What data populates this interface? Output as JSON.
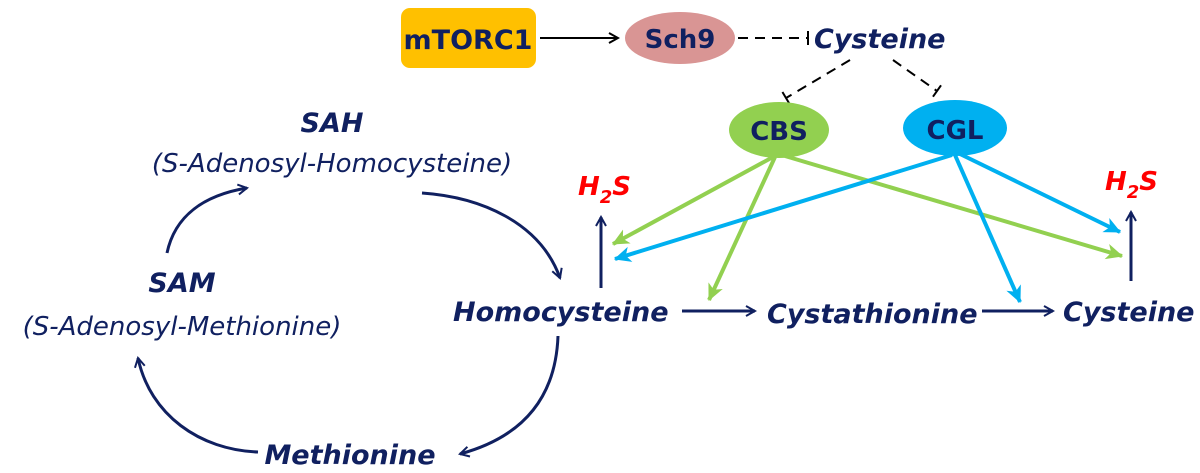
{
  "colors": {
    "navy": "#102060",
    "mtorc1_fill": "#ffc000",
    "sch9_fill": "#d99594",
    "cbs_fill": "#92d050",
    "cgl_fill": "#00b0f0",
    "h2s": "#ff0000",
    "regulation": "#000000"
  },
  "regulators": {
    "mtorc1": "mTORC1",
    "sch9": "Sch9",
    "cysteine_top": "Cysteine"
  },
  "enzymes": {
    "cbs": "CBS",
    "cgl": "CGL"
  },
  "cycle": {
    "sah": "SAH",
    "sah_full": "(S-Adenosyl-Homocysteine)",
    "sam": "SAM",
    "sam_full": "(S-Adenosyl-Methionine)",
    "methionine": "Methionine"
  },
  "transsulfuration": {
    "homocysteine": "Homocysteine",
    "cystathionine": "Cystathionine",
    "cysteine": "Cysteine",
    "h2s_left": {
      "h": "H",
      "sub": "2",
      "s": "S"
    },
    "h2s_right": {
      "h": "H",
      "sub": "2",
      "s": "S"
    }
  },
  "edges": [
    {
      "from": "mTORC1",
      "to": "Sch9",
      "type": "activation"
    },
    {
      "from": "Sch9",
      "to": "Cysteine",
      "type": "inhibition-dashed"
    },
    {
      "from": "Cysteine",
      "to": "CBS",
      "type": "inhibition-dashed"
    },
    {
      "from": "Cysteine",
      "to": "CGL",
      "type": "inhibition-dashed"
    },
    {
      "from": "CBS",
      "to": "Homocysteine->H2S",
      "type": "catalysis"
    },
    {
      "from": "CBS",
      "to": "Homocysteine->Cystathionine",
      "type": "catalysis"
    },
    {
      "from": "CBS",
      "to": "Cysteine->H2S",
      "type": "catalysis"
    },
    {
      "from": "CGL",
      "to": "Homocysteine->H2S",
      "type": "catalysis"
    },
    {
      "from": "CGL",
      "to": "Cystathionine->Cysteine",
      "type": "catalysis"
    },
    {
      "from": "CGL",
      "to": "Cysteine->H2S",
      "type": "catalysis"
    },
    {
      "from": "SAM",
      "to": "SAH",
      "type": "conversion"
    },
    {
      "from": "SAH",
      "to": "Homocysteine",
      "type": "conversion"
    },
    {
      "from": "Homocysteine",
      "to": "Methionine",
      "type": "conversion"
    },
    {
      "from": "Methionine",
      "to": "SAM",
      "type": "conversion"
    },
    {
      "from": "Homocysteine",
      "to": "Cystathionine",
      "type": "conversion"
    },
    {
      "from": "Cystathionine",
      "to": "Cysteine",
      "type": "conversion"
    },
    {
      "from": "Homocysteine",
      "to": "H2S",
      "type": "conversion"
    },
    {
      "from": "Cysteine",
      "to": "H2S",
      "type": "conversion"
    }
  ]
}
